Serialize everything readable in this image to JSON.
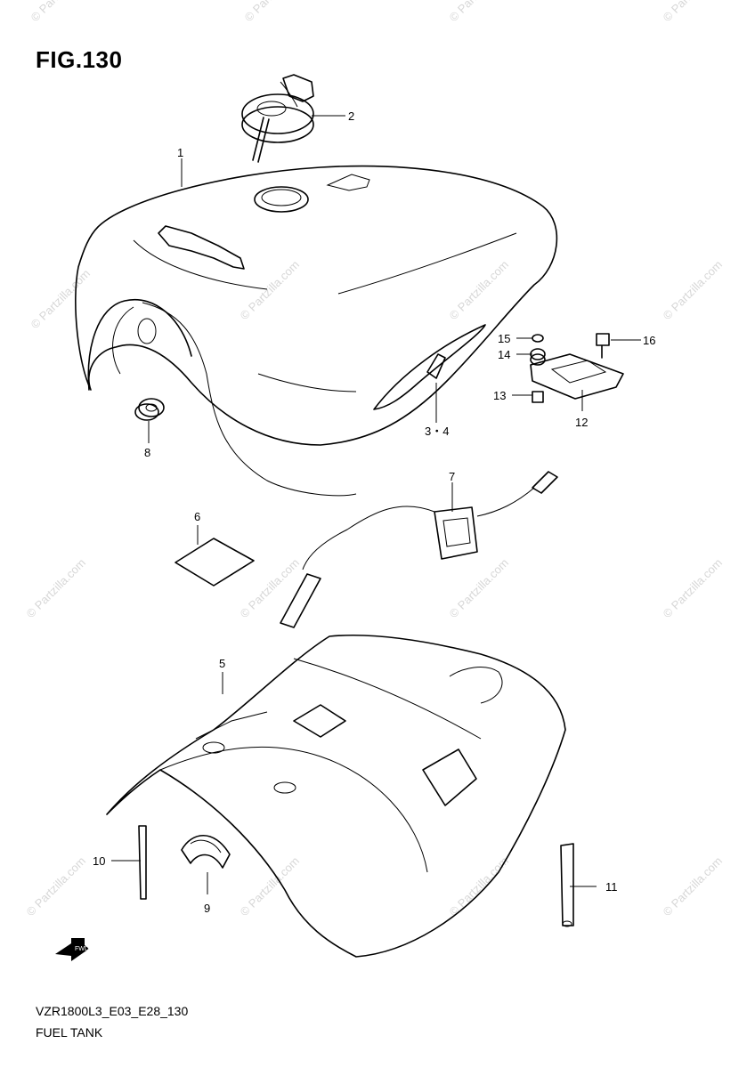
{
  "figure": {
    "title": "FIG.130",
    "model_code": "VZR1800L3_E03_E28_130",
    "name": "FUEL TANK"
  },
  "watermark": "© Partzilla.com",
  "direction_arrow_label": "FWD",
  "callouts": [
    {
      "id": "c1",
      "label": "1",
      "part": "fuel-tank"
    },
    {
      "id": "c2",
      "label": "2",
      "part": "fuel-cap"
    },
    {
      "id": "c34",
      "label": "3・4",
      "part": "tank-emblem"
    },
    {
      "id": "c5",
      "label": "5",
      "part": "heat-shield"
    },
    {
      "id": "c6",
      "label": "6",
      "part": "label-sheet"
    },
    {
      "id": "c7",
      "label": "7",
      "part": "fuel-level-sensor"
    },
    {
      "id": "c8",
      "label": "8",
      "part": "cushion"
    },
    {
      "id": "c9",
      "label": "9",
      "part": "clamp"
    },
    {
      "id": "c10",
      "label": "10",
      "part": "cable-tie"
    },
    {
      "id": "c11",
      "label": "11",
      "part": "band"
    },
    {
      "id": "c12",
      "label": "12",
      "part": "bracket"
    },
    {
      "id": "c13",
      "label": "13",
      "part": "bolt"
    },
    {
      "id": "c14",
      "label": "14",
      "part": "cushion-small"
    },
    {
      "id": "c15",
      "label": "15",
      "part": "collar"
    },
    {
      "id": "c16",
      "label": "16",
      "part": "bolt-bracket"
    }
  ]
}
